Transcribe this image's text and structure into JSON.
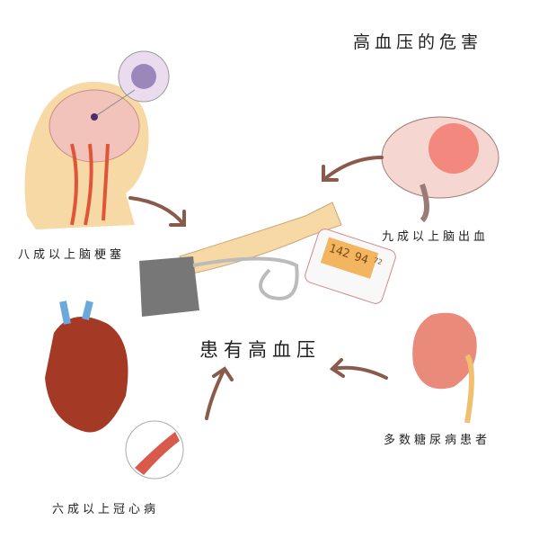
{
  "title": "高血压的危害",
  "center_label": "患有高血压",
  "labels": {
    "cerebral_infarction": "八成以上脑梗塞",
    "cerebral_hemorrhage": "九成以上脑出血",
    "coronary_heart_disease": "六成以上冠心病",
    "diabetes": "多数糖尿病患者"
  },
  "monitor": {
    "systolic": "142",
    "diastolic": "94",
    "pulse": "72"
  },
  "colors": {
    "arrow": "#8a5a4a",
    "skin": "#f7d9a6",
    "artery": "#e0553a",
    "brain": "#f2c3bb",
    "kidney": "#e98a7a",
    "monitor_screen": "#f4b560"
  }
}
